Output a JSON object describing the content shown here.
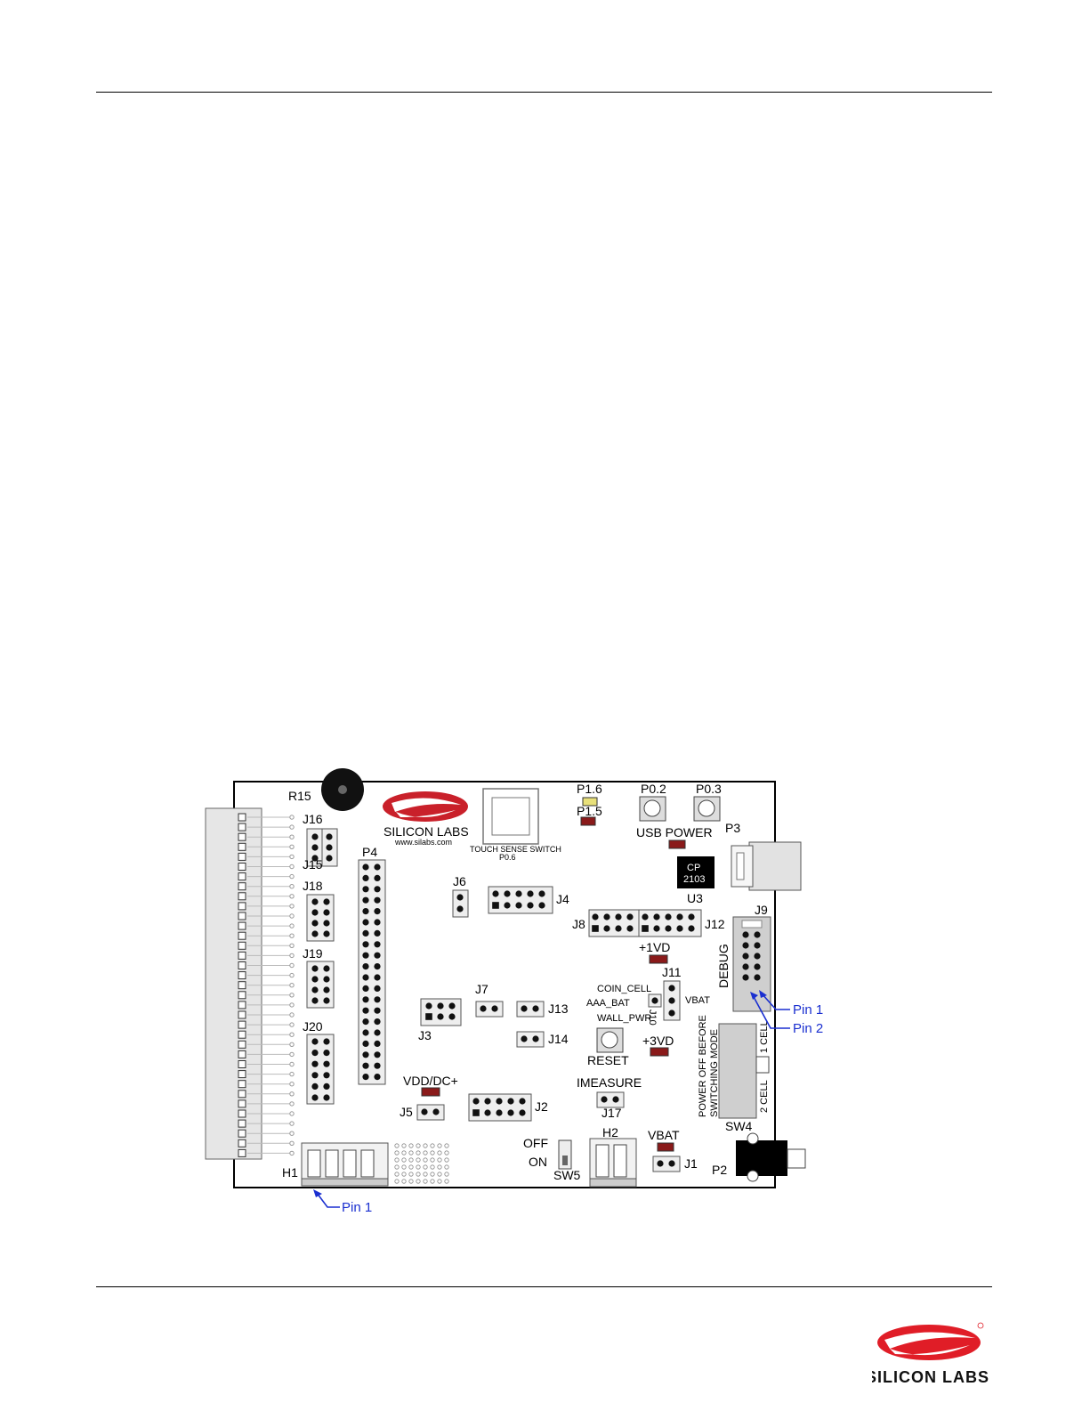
{
  "board": {
    "brand": "SILICON LABS",
    "website": "www.silabs.com",
    "touch_switch_label": "TOUCH SENSE SWITCH",
    "touch_switch_sub": "P0.6",
    "chip": {
      "line1": "CP",
      "line2": "2103"
    },
    "labels": {
      "r15": "R15",
      "j16": "J16",
      "j15": "J15",
      "j18": "J18",
      "j19": "J19",
      "j20": "J20",
      "p4": "P4",
      "j6": "J6",
      "j4": "J4",
      "j3": "J3",
      "j7": "J7",
      "j13": "J13",
      "j14": "J14",
      "j5": "J5",
      "j2": "J2",
      "vdd_dc": "VDD/DC+",
      "h1": "H1",
      "p1_6": "P1.6",
      "p1_5": "P1.5",
      "p0_2": "P0.2",
      "p0_3": "P0.3",
      "usb_power": "USB POWER",
      "p3": "P3",
      "u3": "U3",
      "j8": "J8",
      "j12": "J12",
      "j9": "J9",
      "debug": "DEBUG",
      "plus_1vd": "+1VD",
      "j11": "J11",
      "coin_cell": "COIN_CELL",
      "aaa_bat": "AAA_BAT",
      "wall_pwr": "WALL_PWR",
      "j10": "J10",
      "vbat_j10": "VBAT",
      "reset": "RESET",
      "plus_3vd": "+3VD",
      "imeasure": "IMEASURE",
      "j17": "J17",
      "off": "OFF",
      "on": "ON",
      "sw5": "SW5",
      "h2": "H2",
      "vbat": "VBAT",
      "j1": "J1",
      "p2": "P2",
      "sw4": "SW4",
      "one_cell": "1 CELL",
      "two_cell": "2 CELL",
      "power_off_1": "POWER OFF BEFORE",
      "power_off_2": "SWITCHING MODE"
    },
    "callouts": {
      "pin1_debug": "Pin 1",
      "pin2_debug": "Pin 2",
      "pin1_h1": "Pin 1"
    }
  },
  "footer_logo": {
    "text": "SILICON LABS"
  },
  "colors": {
    "led_red": "#8a1a1a",
    "led_yellow": "#e8e07a",
    "callout_blue": "#1a2fd0",
    "logo_red": "#e01d27"
  }
}
